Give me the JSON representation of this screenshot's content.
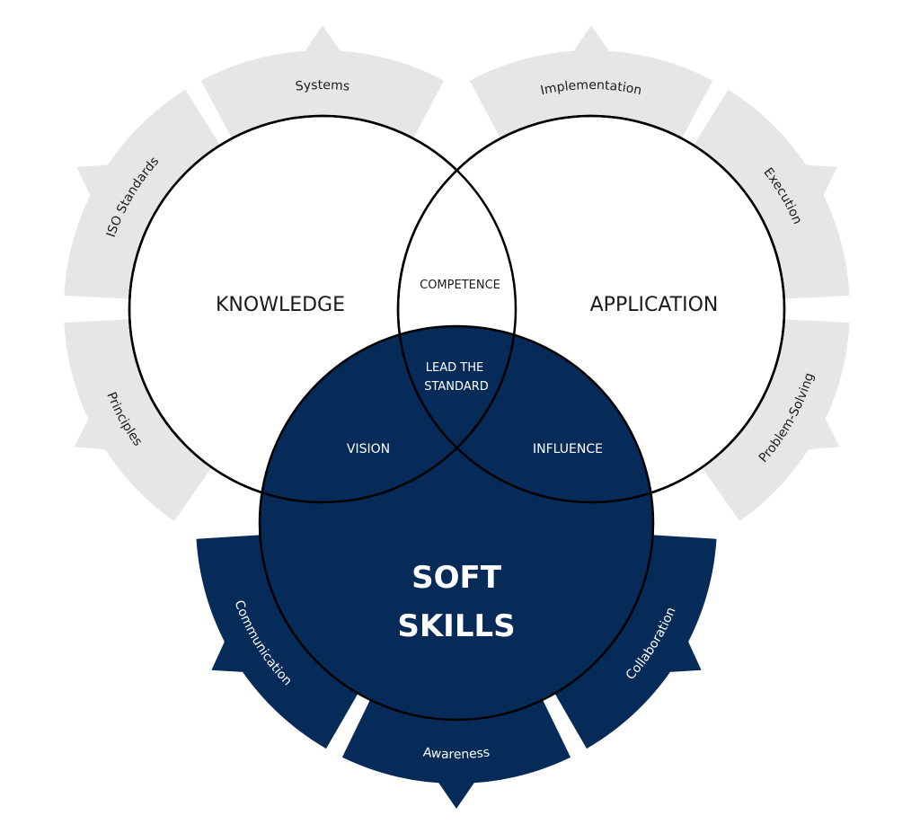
{
  "colors": {
    "gray": "#e6e6e6",
    "navy": "#062b59",
    "outline": "#000000",
    "white": "#ffffff",
    "text_dark": "#1a1a1a"
  },
  "circles": {
    "knowledge": "KNOWLEDGE",
    "application": "APPLICATION",
    "soft_skills_line1": "SOFT",
    "soft_skills_line2": "SKILLS"
  },
  "intersections": {
    "competence": "COMPETENCE",
    "lead_line1": "LEAD THE",
    "lead_line2": "STANDARD",
    "vision": "VISION",
    "influence": "INFLUENCE"
  },
  "rings": {
    "knowledge": [
      "Systems",
      "ISO Standards",
      "Principles"
    ],
    "application": [
      "Implementation",
      "Execution",
      "Problem-Solving"
    ],
    "soft_skills": [
      "Communication",
      "Awareness",
      "Collaboration"
    ]
  }
}
